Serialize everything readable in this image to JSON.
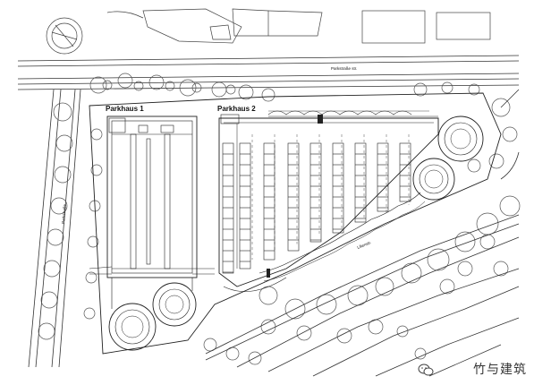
{
  "labels": {
    "parkhaus1": "Parkhaus 1",
    "parkhaus2": "Parkhaus 2",
    "street_top": "Parkstraße str.",
    "street_mid": "Lilienstr.",
    "street_left": "Parkstraße"
  },
  "watermark": {
    "text": "竹与建筑",
    "icon": "wechat-icon"
  },
  "colors": {
    "line": "#222222",
    "light": "#888888",
    "background": "#ffffff"
  }
}
